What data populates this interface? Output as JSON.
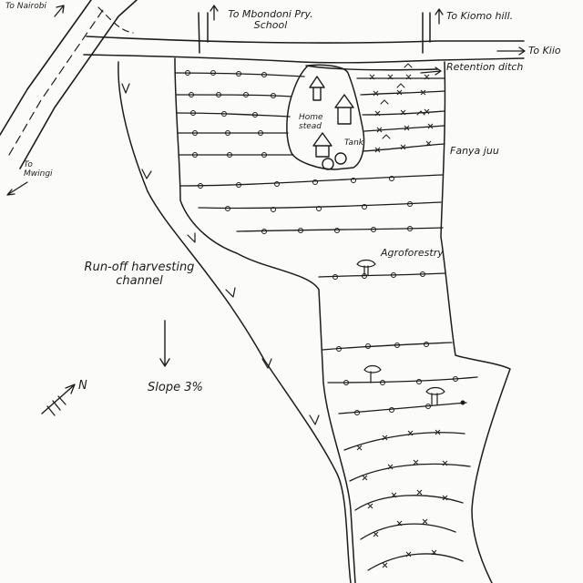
{
  "labels": {
    "to_nairobi": "To Nairobi",
    "to_mbondoni": "To Mbondoni Pry. School",
    "to_kiomo": "To Kiomo hill.",
    "to_kiio": "To Kiio",
    "retention_ditch": "Retention ditch",
    "homestead": "Home stead",
    "tank": "Tank",
    "fanya_juu": "Fanya juu",
    "to_mwingi": "To Mwingi",
    "runoff_channel": "Run-off harvesting channel",
    "agroforestry": "Agroforestry",
    "slope": "Slope 3%",
    "north": "N"
  },
  "colors": {
    "ink": "#1c1c1c",
    "paper": "#fbfbfa"
  }
}
